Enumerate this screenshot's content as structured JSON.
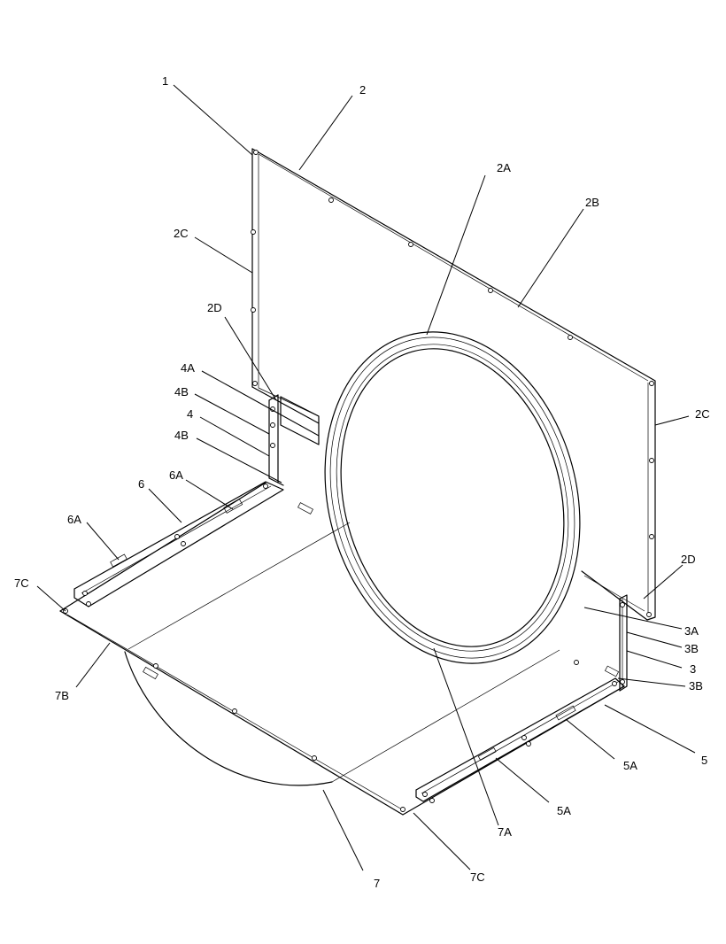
{
  "callouts": [
    {
      "id": "c1",
      "text": "1"
    },
    {
      "id": "c2",
      "text": "2"
    },
    {
      "id": "c2A",
      "text": "2A"
    },
    {
      "id": "c2B",
      "text": "2B"
    },
    {
      "id": "c2C_left",
      "text": "2C"
    },
    {
      "id": "c2C_right",
      "text": "2C"
    },
    {
      "id": "c2D_left",
      "text": "2D"
    },
    {
      "id": "c2D_right",
      "text": "2D"
    },
    {
      "id": "c4A",
      "text": "4A"
    },
    {
      "id": "c4B_top",
      "text": "4B"
    },
    {
      "id": "c4",
      "text": "4"
    },
    {
      "id": "c4B_bottom",
      "text": "4B"
    },
    {
      "id": "c6",
      "text": "6"
    },
    {
      "id": "c6A_right",
      "text": "6A"
    },
    {
      "id": "c6A_left",
      "text": "6A"
    },
    {
      "id": "c7C_left",
      "text": "7C"
    },
    {
      "id": "c7B",
      "text": "7B"
    },
    {
      "id": "c3A",
      "text": "3A"
    },
    {
      "id": "c3B_top",
      "text": "3B"
    },
    {
      "id": "c3",
      "text": "3"
    },
    {
      "id": "c3B_bottom",
      "text": "3B"
    },
    {
      "id": "c5",
      "text": "5"
    },
    {
      "id": "c5A_top",
      "text": "5A"
    },
    {
      "id": "c5A_bottom",
      "text": "5A"
    },
    {
      "id": "c7A",
      "text": "7A"
    },
    {
      "id": "c7",
      "text": "7"
    },
    {
      "id": "c7C_right",
      "text": "7C"
    }
  ]
}
